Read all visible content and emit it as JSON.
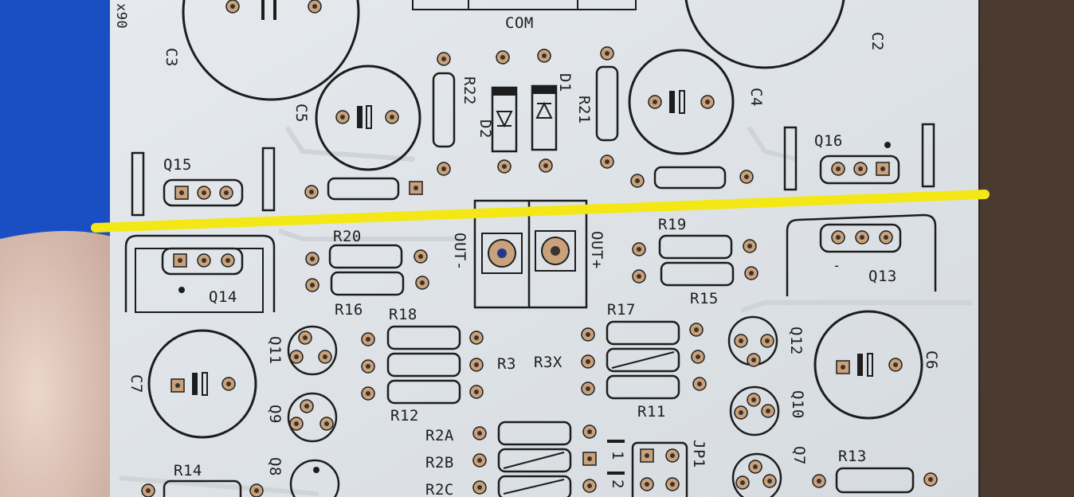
{
  "scene": {
    "board_color": "#dfe3e7",
    "silkscreen_color": "#1d1d1d",
    "pad_color": "#c9a27c",
    "highlight_line_color": "#f3e816",
    "background_left_color": "#1a4fc4"
  },
  "labels": {
    "com": "COM",
    "c1": "C3",
    "c2": "C2",
    "c3": "C5",
    "c4": "C4",
    "c6": "C6",
    "c7": "C7",
    "d1": "D1",
    "d2": "D2",
    "r21": "R21",
    "r22": "R22",
    "q15": "Q15",
    "q16": "Q16",
    "q14": "Q14",
    "q13": "Q13",
    "q11": "Q11",
    "q9": "Q9",
    "q8": "Q8",
    "q12": "Q12",
    "q10": "Q10",
    "q7": "Q7",
    "r20": "R20",
    "r16": "R16",
    "r19": "R19",
    "r15": "R15",
    "r18": "R18",
    "r12": "R12",
    "r17": "R17",
    "r11": "R11",
    "r3": "R3",
    "r3x": "R3X",
    "r2a": "R2A",
    "r2b": "R2B",
    "r2c": "R2C",
    "r13": "R13",
    "r14": "R14",
    "jp1": "JP1",
    "jp_1": "1",
    "jp_2": "2",
    "out_minus": "OUT-",
    "out_plus": "OUT+",
    "minus": "-",
    "corner": "x90"
  }
}
